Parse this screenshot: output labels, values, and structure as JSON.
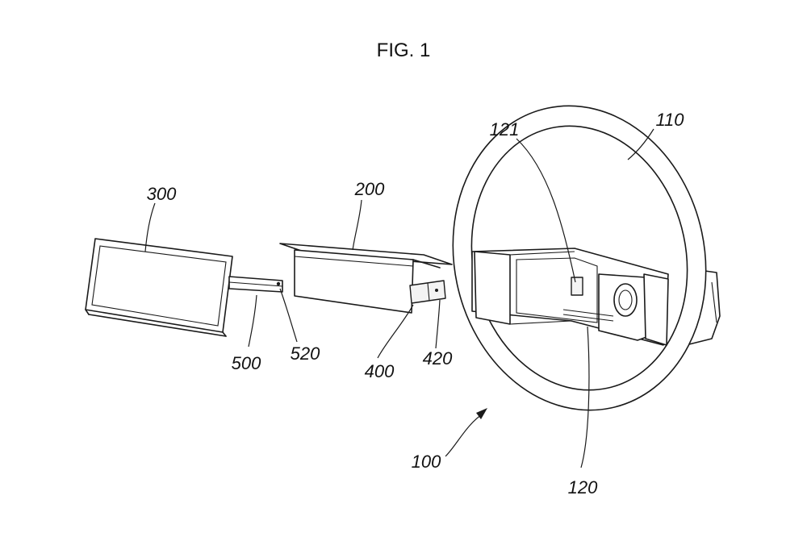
{
  "figure": {
    "title": "FIG. 1",
    "labels": {
      "l300": "300",
      "l200": "200",
      "l121": "121",
      "l110": "110",
      "l500": "500",
      "l520": "520",
      "l400": "400",
      "l420": "420",
      "l100": "100",
      "l120": "120"
    }
  }
}
